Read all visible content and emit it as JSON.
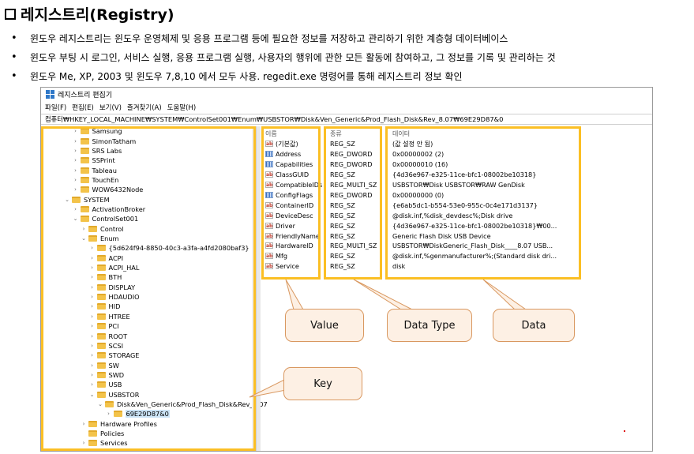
{
  "slide": {
    "title": "레지스트리(Registry)",
    "bullets": [
      "윈도우 레지스트리는 윈도우 운영체제 및 응용 프로그램 등에 필요한 정보를 저장하고 관리하기 위한 계층형 데이터베이스",
      "윈도우 부팅 시 로그인, 서비스 실행, 응용 프로그램 실행, 사용자의 행위에 관한 모든 활동에 참여하고, 그 정보를 기록 및 관리하는 것",
      "윈도우 Me, XP, 2003 및 윈도우 7,8,10 에서 모두 사용. regedit.exe 명령어를 통해 레지스트리 정보 확인"
    ]
  },
  "window": {
    "title": "레지스트리 편집기",
    "menu": [
      "파일(F)",
      "편집(E)",
      "보기(V)",
      "즐겨찾기(A)",
      "도움말(H)"
    ],
    "address": "컴퓨터₩HKEY_LOCAL_MACHINE₩SYSTEM₩ControlSet001₩Enum₩USBSTOR₩Disk&Ven_Generic&Prod_Flash_Disk&Rev_8.07₩69E29D87&0"
  },
  "tree": [
    {
      "label": "Samsung",
      "level": 3,
      "tw": "›"
    },
    {
      "label": "SimonTatham",
      "level": 3,
      "tw": "›"
    },
    {
      "label": "SRS Labs",
      "level": 3,
      "tw": "›"
    },
    {
      "label": "SSPrint",
      "level": 3,
      "tw": "›"
    },
    {
      "label": "Tableau",
      "level": 3,
      "tw": "›"
    },
    {
      "label": "TouchEn",
      "level": 3,
      "tw": "›"
    },
    {
      "label": "WOW6432Node",
      "level": 3,
      "tw": "›"
    },
    {
      "label": "SYSTEM",
      "level": 2,
      "tw": "⌄"
    },
    {
      "label": "ActivationBroker",
      "level": 3,
      "tw": "›"
    },
    {
      "label": "ControlSet001",
      "level": 3,
      "tw": "⌄"
    },
    {
      "label": "Control",
      "level": 4,
      "tw": "›"
    },
    {
      "label": "Enum",
      "level": 4,
      "tw": "⌄"
    },
    {
      "label": "{5d624f94-8850-40c3-a3fa-a4fd2080baf3}",
      "level": 5,
      "tw": "›"
    },
    {
      "label": "ACPI",
      "level": 5,
      "tw": "›"
    },
    {
      "label": "ACPI_HAL",
      "level": 5,
      "tw": "›"
    },
    {
      "label": "BTH",
      "level": 5,
      "tw": "›"
    },
    {
      "label": "DISPLAY",
      "level": 5,
      "tw": "›"
    },
    {
      "label": "HDAUDIO",
      "level": 5,
      "tw": "›"
    },
    {
      "label": "HID",
      "level": 5,
      "tw": "›"
    },
    {
      "label": "HTREE",
      "level": 5,
      "tw": "›"
    },
    {
      "label": "PCI",
      "level": 5,
      "tw": "›"
    },
    {
      "label": "ROOT",
      "level": 5,
      "tw": "›"
    },
    {
      "label": "SCSI",
      "level": 5,
      "tw": "›"
    },
    {
      "label": "STORAGE",
      "level": 5,
      "tw": "›"
    },
    {
      "label": "SW",
      "level": 5,
      "tw": "›"
    },
    {
      "label": "SWD",
      "level": 5,
      "tw": "›"
    },
    {
      "label": "USB",
      "level": 5,
      "tw": "›"
    },
    {
      "label": "USBSTOR",
      "level": 5,
      "tw": "⌄"
    },
    {
      "label": "Disk&Ven_Generic&Prod_Flash_Disk&Rev_8.07",
      "level": 6,
      "tw": "⌄"
    },
    {
      "label": "69E29D87&0",
      "level": 7,
      "tw": "›",
      "selected": true
    },
    {
      "label": "Hardware Profiles",
      "level": 4,
      "tw": "›"
    },
    {
      "label": "Policies",
      "level": 4,
      "tw": ""
    },
    {
      "label": "Services",
      "level": 4,
      "tw": "›"
    }
  ],
  "columns": {
    "name": "이름",
    "type": "종류",
    "data": "데이터"
  },
  "values": [
    {
      "name": "(기본값)",
      "type": "REG_SZ",
      "data": "(값 설정 안 됨)",
      "icon": "ab"
    },
    {
      "name": "Address",
      "type": "REG_DWORD",
      "data": "0x00000002 (2)",
      "icon": "bin"
    },
    {
      "name": "Capabilities",
      "type": "REG_DWORD",
      "data": "0x00000010 (16)",
      "icon": "bin"
    },
    {
      "name": "ClassGUID",
      "type": "REG_SZ",
      "data": "{4d36e967-e325-11ce-bfc1-08002be10318}",
      "icon": "ab"
    },
    {
      "name": "CompatibleIDs",
      "type": "REG_MULTI_SZ",
      "data": "USBSTOR₩Disk USBSTOR₩RAW GenDisk",
      "icon": "ab"
    },
    {
      "name": "ConfigFlags",
      "type": "REG_DWORD",
      "data": "0x00000000 (0)",
      "icon": "bin"
    },
    {
      "name": "ContainerID",
      "type": "REG_SZ",
      "data": "{e6ab5dc1-b554-53e0-955c-0c4e171d3137}",
      "icon": "ab"
    },
    {
      "name": "DeviceDesc",
      "type": "REG_SZ",
      "data": "@disk.inf,%disk_devdesc%;Disk drive",
      "icon": "ab"
    },
    {
      "name": "Driver",
      "type": "REG_SZ",
      "data": "{4d36e967-e325-11ce-bfc1-08002be10318}₩00...",
      "icon": "ab"
    },
    {
      "name": "FriendlyName",
      "type": "REG_SZ",
      "data": "Generic Flash Disk USB Device",
      "icon": "ab"
    },
    {
      "name": "HardwareID",
      "type": "REG_MULTI_SZ",
      "data": "USBSTOR₩DiskGeneric_Flash_Disk____8.07 USB...",
      "icon": "ab"
    },
    {
      "name": "Mfg",
      "type": "REG_SZ",
      "data": "@disk.inf,%genmanufacturer%;(Standard disk dri...",
      "icon": "ab"
    },
    {
      "name": "Service",
      "type": "REG_SZ",
      "data": "disk",
      "icon": "ab"
    }
  ],
  "callouts": {
    "value": "Value",
    "data_type": "Data Type",
    "data": "Data",
    "key": "Key"
  },
  "highlight_color": "#fbbf24",
  "callout_fill": "#fdf0e4"
}
